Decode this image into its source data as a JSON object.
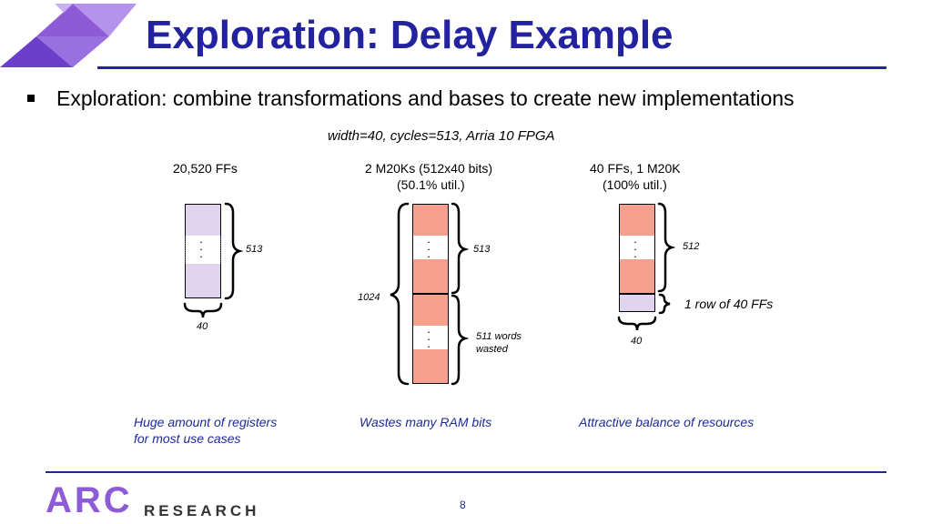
{
  "title": "Exploration: Delay Example",
  "bullet": "Exploration: combine transformations and bases to create new implementations",
  "subtitle": "width=40, cycles=513, Arria 10 FPGA",
  "columns": [
    {
      "heading_line1": "20,520 FFs",
      "heading_line2": "",
      "height_label": "513",
      "width_label": "40",
      "caption_line1": "Huge amount of registers",
      "caption_line2": "for most use cases"
    },
    {
      "heading_line1": "2 M20Ks (512x40 bits)",
      "heading_line2": "(50.1% util.)",
      "height_label": "513",
      "total_label": "1024",
      "wasted_line1": "511 words",
      "wasted_line2": "wasted",
      "caption_line1": "Wastes many RAM bits"
    },
    {
      "heading_line1": "40 FFs, 1 M20K",
      "heading_line2": "(100% util.)",
      "height_label": "512",
      "ff_row_label": "1 row of 40 FFs",
      "width_label": "40",
      "caption_line1": "Attractive balance of resources"
    }
  ],
  "footer": {
    "logo_letters": "ARC",
    "logo_word": "RESEARCH",
    "page_number": "8"
  },
  "colors": {
    "title": "#2323a0",
    "ff_fill": "#e0d4ee",
    "ram_fill": "#f7a08e",
    "caption": "#1c2a9a",
    "logo_purple": "#8e5bd6"
  }
}
